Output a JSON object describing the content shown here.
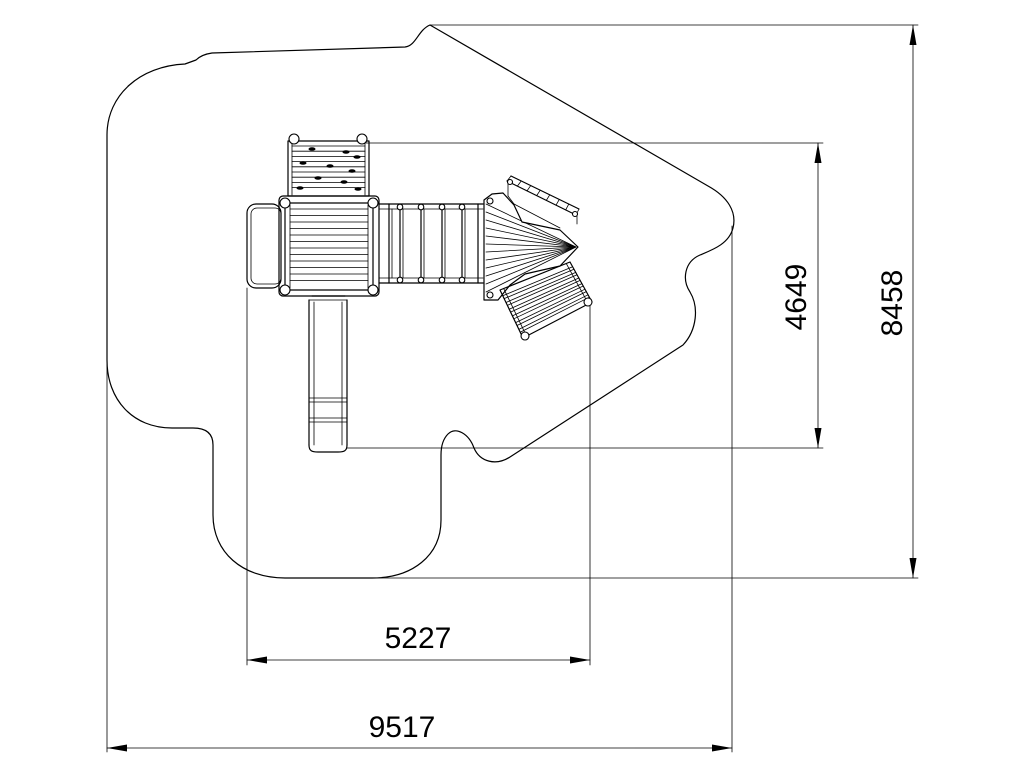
{
  "dimensions": {
    "overall_width": "9517",
    "overall_depth": "8458",
    "structure_width": "5227",
    "structure_depth": "4649"
  },
  "colors": {
    "line": "#000000",
    "background": "#ffffff"
  }
}
